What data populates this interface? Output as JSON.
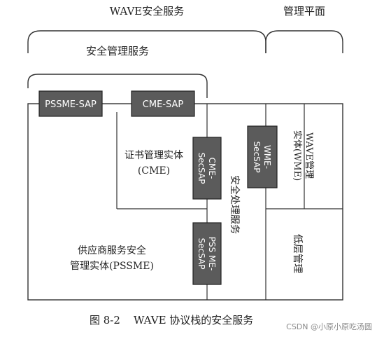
{
  "diagram": {
    "labels": {
      "wave_security_services": "WAVE安全服务",
      "management_plane": "管理平面",
      "security_management_services": "安全管理服务",
      "cme_entity_line1": "证书管理实体",
      "cme_entity_line2": "(CME)",
      "pssme_entity_line1": "供应商服务安全",
      "pssme_entity_line2": "管理实体(PSSME)",
      "security_processing_services": "安全处理服务",
      "wme_line1": "WAVE管理",
      "wme_line2": "实体(WME)",
      "lower_layer_management": "低层管理"
    },
    "saps": {
      "pssme_sap": "PSSME-SAP",
      "cme_sap": "CME-SAP",
      "cme_secsap_line1": "CME-",
      "cme_secsap_line2": "SecSAP",
      "pss_me_secsap_line1": "PSS ME-",
      "pss_me_secsap_line2": "SecSAP",
      "wme_secsap_line1": "WME-",
      "wme_secsap_line2": "SecSAP"
    }
  },
  "caption": {
    "text": "图 8-2    WAVE 协议栈的安全服务"
  },
  "watermark": {
    "text": "CSDN @小原小原吃汤圆"
  }
}
